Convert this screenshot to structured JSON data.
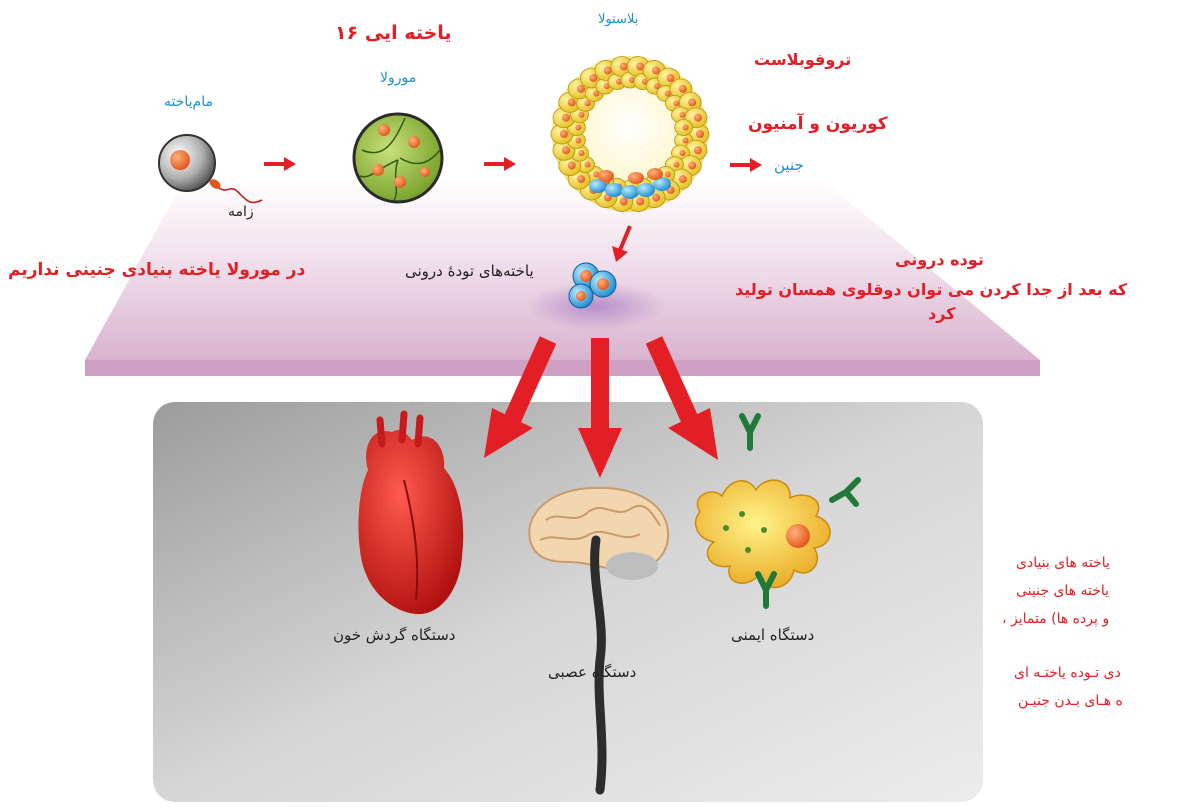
{
  "labels": {
    "stem_cell": "مام‌یاخته",
    "sperm": "زامه",
    "morula": "مورولا",
    "sixteen_cell": "۱۶ یاخته ایی",
    "blastula": "بلاستولا",
    "trophoblast": "تروفوبلاست",
    "chorion_amnion": "کوریون و آمنیون",
    "embryo": "جنین",
    "morula_note": "در مورولا  یاخته بنیادی جنینی نداریم",
    "inner_cells": "یاخته‌های تودهٔ درونی",
    "inner_mass_title": "توده درونی",
    "twins_note_line1": "که بعد از جدا کردن می توان دوقلوی همسان تولید",
    "twins_note_line2": "کرد",
    "circulatory": "دستگاه گردش خون",
    "nervous": "دستگاه عصبی",
    "immune": "دستگاه ایمنی"
  },
  "side_text": [
    "یاخته های  بنیادی",
    "یاخته های جنینی",
    "، و پرده ها) متمایز",
    "دی تـوده یاختـه ای",
    "ه هـای بـدن جنیـن"
  ],
  "colors": {
    "label_red": "#e31e24",
    "label_blue": "#1b8fcf",
    "arrow_red": "#e31e24",
    "plane": "#e7c9df",
    "panel": "#b9b9b9"
  }
}
